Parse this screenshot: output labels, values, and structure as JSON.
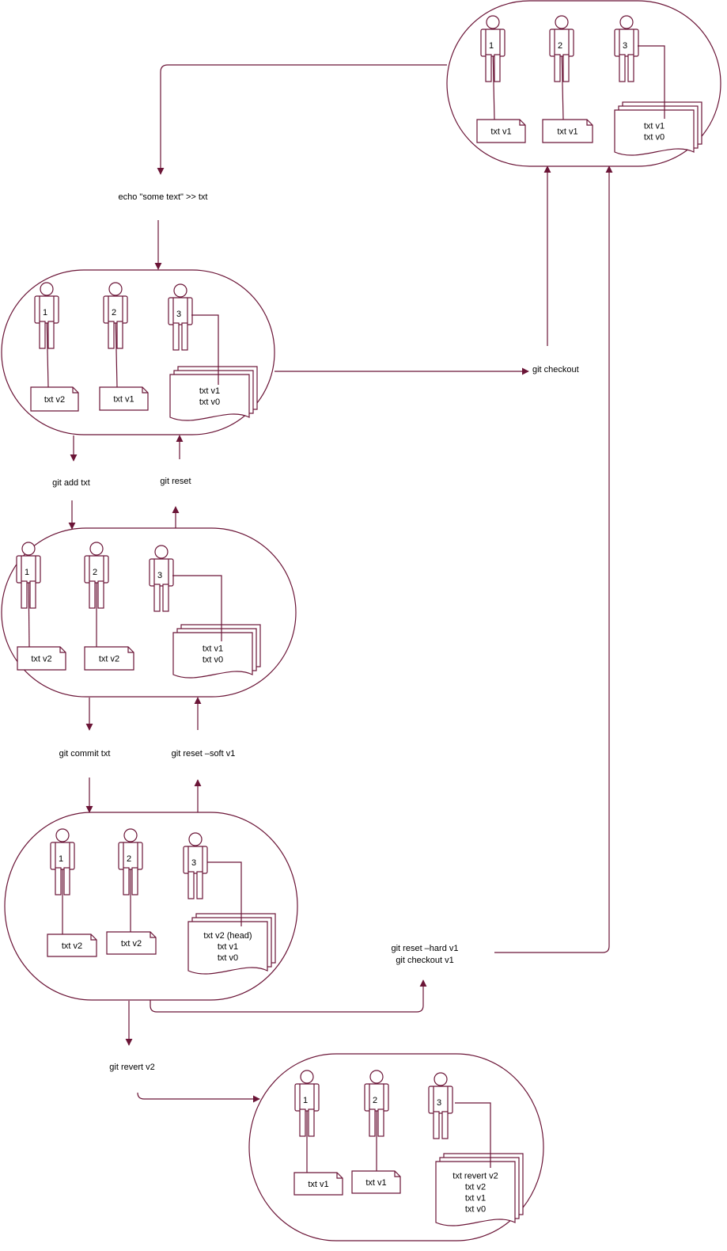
{
  "labels": {
    "echo": "echo \"some text\" >>  txt",
    "git_add": "git add txt",
    "git_reset": "git reset",
    "git_commit": "git commit txt",
    "git_reset_soft": "git reset –soft v1",
    "git_checkout": "git checkout",
    "git_reset_hard": "git reset –hard v1",
    "git_checkout_v1": "git checkout v1",
    "git_revert": "git revert v2"
  },
  "states": [
    {
      "id": "top",
      "actors": [
        "1",
        "2",
        "3"
      ],
      "notes": [
        "txt v1",
        "txt v1"
      ],
      "repo": [
        "txt v1",
        "txt v0"
      ]
    },
    {
      "id": "working",
      "actors": [
        "1",
        "2",
        "3"
      ],
      "notes": [
        "txt v2",
        "txt v1"
      ],
      "repo": [
        "txt v1",
        "txt v0"
      ]
    },
    {
      "id": "staged",
      "actors": [
        "1",
        "2",
        "3"
      ],
      "notes": [
        "txt v2",
        "txt v2"
      ],
      "repo": [
        "txt v1",
        "txt v0"
      ]
    },
    {
      "id": "committed",
      "actors": [
        "1",
        "2",
        "3"
      ],
      "notes": [
        "txt v2",
        "txt v2"
      ],
      "repo": [
        "txt v2 (head)",
        "txt v1",
        "txt v0"
      ]
    },
    {
      "id": "reverted",
      "actors": [
        "1",
        "2",
        "3"
      ],
      "notes": [
        "txt v1",
        "txt v1"
      ],
      "repo": [
        "txt revert v2",
        "txt v2",
        "txt v1",
        "txt v0"
      ]
    }
  ]
}
